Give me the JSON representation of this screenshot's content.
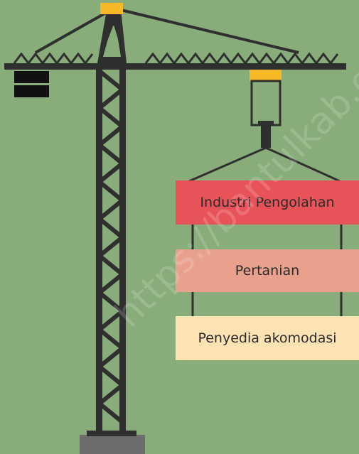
{
  "colors": {
    "background": "#88ac7a",
    "steel": "#2f2f2f",
    "accent": "#f6b826",
    "base": "#6d6d6d",
    "counterweight": "#111111"
  },
  "signs": [
    {
      "label": "Industri Pengolahan",
      "color": "#e8535a"
    },
    {
      "label": "Pertanian",
      "color": "#e9a18d"
    },
    {
      "label": "Penyedia akomodasi",
      "color": "#fde2b3"
    }
  ],
  "watermark": "https://bantulkab.go.id"
}
